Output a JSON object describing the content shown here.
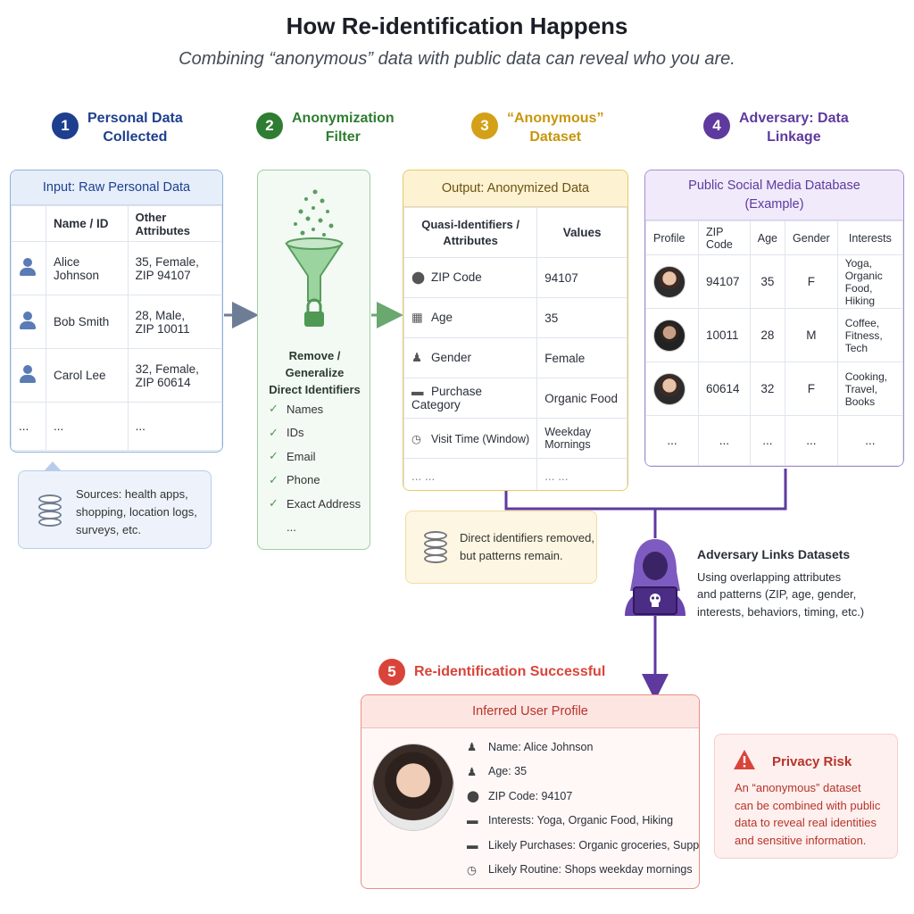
{
  "title": "How Re-identification Happens",
  "subtitle": "Combining “anonymous” data with public data can reveal who you are.",
  "steps": [
    {
      "num": "1",
      "line1": "Personal Data",
      "line2": "Collected",
      "color": "#1e3f8f"
    },
    {
      "num": "2",
      "line1": "Anonymization",
      "line2": "Filter",
      "color": "#2e7d32"
    },
    {
      "num": "3",
      "line1": "“Anonymous”",
      "line2": "Dataset",
      "color": "#c8960c"
    },
    {
      "num": "4",
      "line1": "Adversary: Data",
      "line2": "Linkage",
      "color": "#5e3a9e"
    },
    {
      "num": "5",
      "line1": "Re-identification Successful",
      "line2": "",
      "color": "#d9443a"
    }
  ],
  "raw": {
    "header": "Input: Raw Personal Data",
    "col1": "Name / ID",
    "col2": "Other Attributes",
    "rows": [
      {
        "name": "Alice Johnson",
        "attr1": "35, Female,",
        "attr2": "ZIP 94107"
      },
      {
        "name": "Bob Smith",
        "attr1": "28, Male,",
        "attr2": "ZIP 10011"
      },
      {
        "name": "Carol Lee",
        "attr1": "32, Female,",
        "attr2": "ZIP 60614"
      }
    ],
    "ellipsis": "..."
  },
  "sources": {
    "line1": "Sources: health apps,",
    "line2": "shopping, location logs,",
    "line3": "surveys, etc."
  },
  "filter": {
    "title1": "Remove / Generalize",
    "title2": "Direct Identifiers",
    "items": [
      "Names",
      "IDs",
      "Email",
      "Phone",
      "Exact Address"
    ],
    "ellipsis": "..."
  },
  "anon": {
    "header": "Output: Anonymized Data",
    "col1a": "Quasi-Identifiers /",
    "col1b": "Attributes",
    "col2": "Values",
    "rows": [
      {
        "icon": "map-pin-icon",
        "attr": "ZIP Code",
        "value": "94107"
      },
      {
        "icon": "calendar-icon",
        "attr": "Age",
        "value": "35"
      },
      {
        "icon": "person-icon",
        "attr": "Gender",
        "value": "Female"
      },
      {
        "icon": "cart-icon",
        "attr": "Purchase Category",
        "value": "Organic Food"
      },
      {
        "icon": "clock-icon",
        "attr": "Visit Time (Window)",
        "value": "Weekday Mornings"
      }
    ],
    "ellipsis": "...      ..."
  },
  "anon_note": {
    "line1": "Direct identifiers removed,",
    "line2": "but patterns remain."
  },
  "social": {
    "header1": "Public Social Media Database",
    "header2": "(Example)",
    "cols": [
      "Profile",
      "ZIP Code",
      "Age",
      "Gender",
      "Interests"
    ],
    "rows": [
      {
        "zip": "94107",
        "age": "35",
        "gender": "F",
        "int1": "Yoga, Organic",
        "int2": "Food, Hiking"
      },
      {
        "zip": "10011",
        "age": "28",
        "gender": "M",
        "int1": "Coffee, Fitness,",
        "int2": "Tech"
      },
      {
        "zip": "60614",
        "age": "32",
        "gender": "F",
        "int1": "Cooking, Travel,",
        "int2": "Books"
      }
    ],
    "ellipsis": "..."
  },
  "adversary": {
    "title": "Adversary Links Datasets",
    "line1": "Using overlapping attributes",
    "line2": "and patterns (ZIP, age, gender,",
    "line3": "interests, behaviors, timing, etc.)"
  },
  "profile": {
    "header": "Inferred User Profile",
    "items": [
      {
        "icon": "person-icon",
        "text": "Name: Alice Johnson"
      },
      {
        "icon": "person-icon",
        "text": "Age: 35"
      },
      {
        "icon": "map-pin-icon",
        "text": "ZIP Code: 94107"
      },
      {
        "icon": "cart-icon",
        "text": "Interests: Yoga, Organic Food, Hiking"
      },
      {
        "icon": "cart-icon",
        "text": "Likely Purchases: Organic groceries, Supplements"
      },
      {
        "icon": "clock-icon",
        "text": "Likely Routine: Shops weekday mornings"
      }
    ]
  },
  "risk": {
    "title": "Privacy Risk",
    "line1": "An “anonymous” dataset",
    "line2": "can be combined with public",
    "line3": "data to reveal real identities",
    "line4": "and sensitive information."
  },
  "colors": {
    "blue": "#1e3f8f",
    "green": "#2e7d32",
    "gold": "#c8960c",
    "purple": "#5e3a9e",
    "red": "#d9443a"
  }
}
